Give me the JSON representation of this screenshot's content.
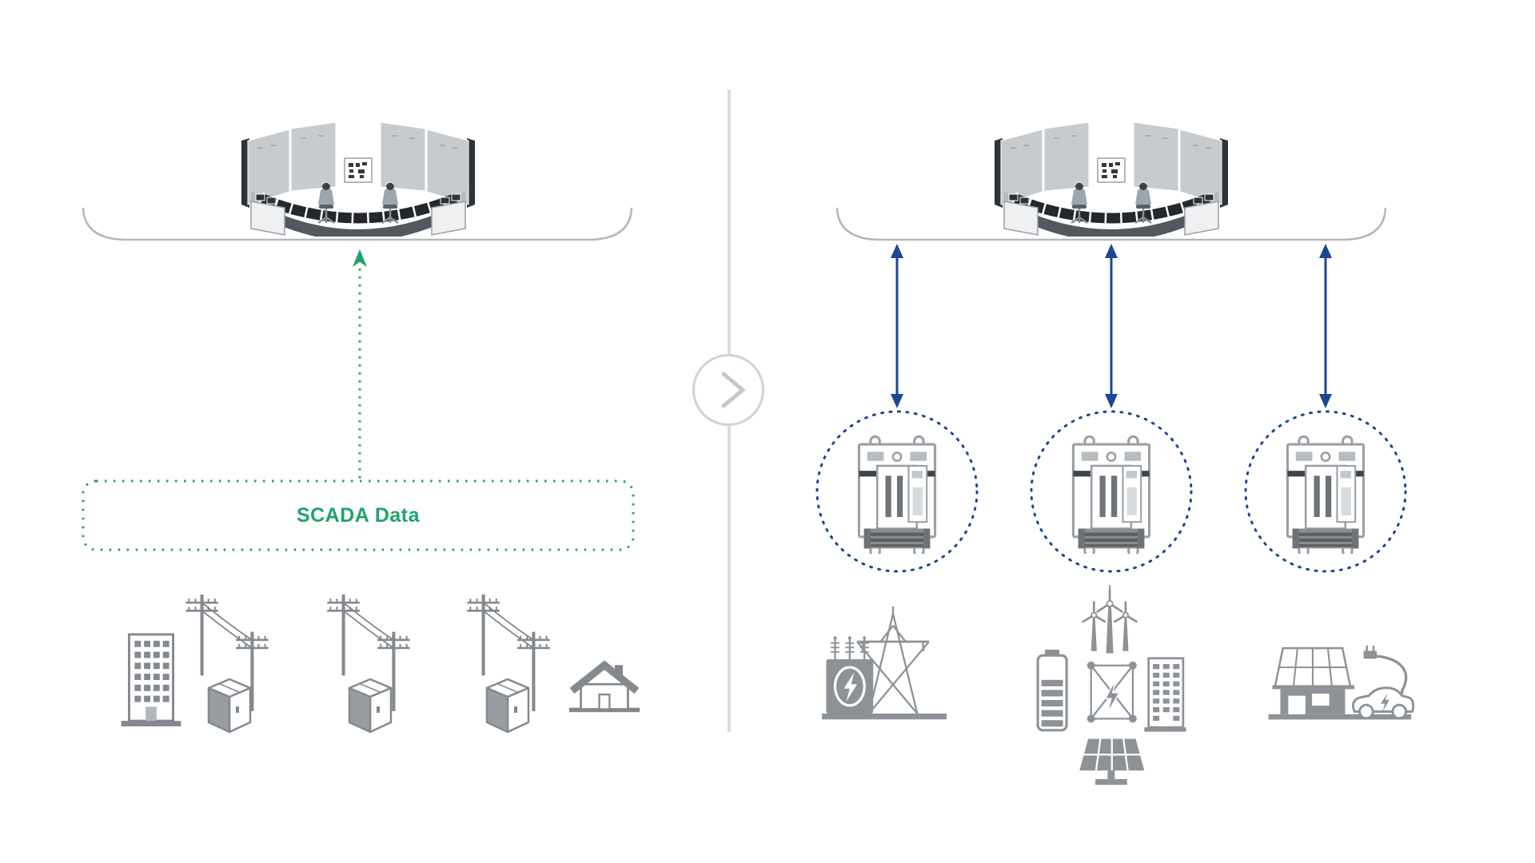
{
  "diagram_title": "",
  "colors": {
    "green": "#1fa36a",
    "navy": "#1c4795",
    "icon-gray": "#84898e",
    "icon-gray-2": "#8d9297",
    "divider": "#dbdbdb",
    "circle-border": "#d2d2d2",
    "chevron": "#c7c7c7",
    "bracket": "#b4b7ba"
  },
  "left": {
    "control_room": "control-room-console",
    "bracket": "group-bracket",
    "flow_arrow": "dotted-arrow-up",
    "scada_label": "SCADA Data",
    "assets": [
      "office-building",
      "utility-pole-pair",
      "transformer-box",
      "utility-pole-pair",
      "transformer-box",
      "utility-pole-pair",
      "transformer-box",
      "house"
    ]
  },
  "divider": {
    "chevron_icon": "chevron-right"
  },
  "right": {
    "control_room": "control-room-console",
    "links": [
      "bidirectional-arrow",
      "bidirectional-arrow",
      "bidirectional-arrow"
    ],
    "edge_devices": [
      "grid-edge-controller",
      "grid-edge-controller",
      "grid-edge-controller"
    ],
    "assets": [
      "substation-transmission-tower",
      "microgrid-der-cluster",
      "solar-home-with-ev"
    ]
  }
}
